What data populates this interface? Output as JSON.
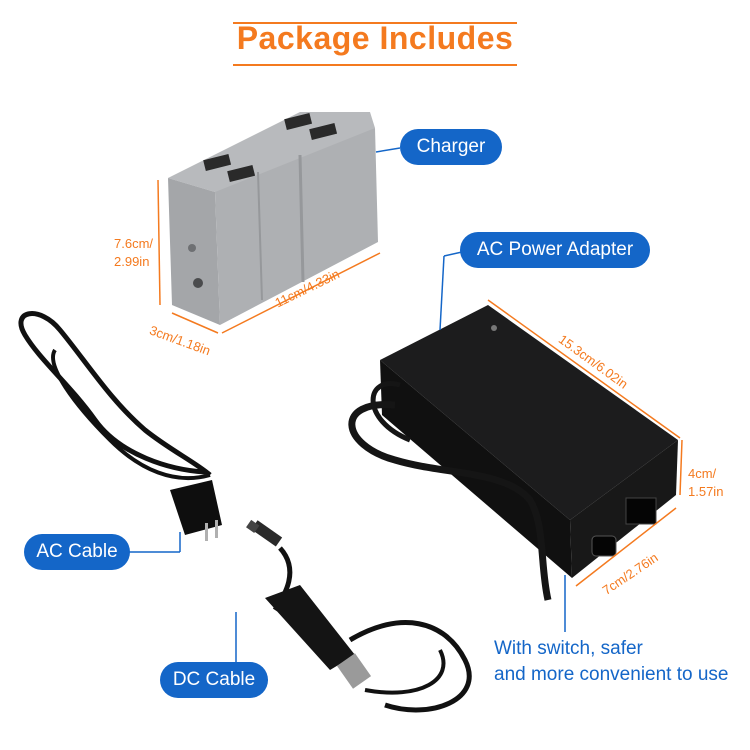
{
  "title": "Package Includes",
  "labels": {
    "charger": "Charger",
    "ac_power_adapter": "AC Power Adapter",
    "ac_cable": "AC Cable",
    "dc_cable": "DC Cable"
  },
  "charger_dims": {
    "height_cm": "7.6cm/",
    "height_in": "2.99in",
    "depth": "3cm/1.18in",
    "width": "11cm/4.33in"
  },
  "adapter_dims": {
    "length": "15.3cm/6.02in",
    "height_cm": "4cm/",
    "height_in": "1.57in",
    "width": "7cm/2.76in"
  },
  "switch_note": {
    "line1": "With switch, safer",
    "line2": "and more convenient to use"
  },
  "colors": {
    "accent": "#f47a1f",
    "label": "#1466c8"
  }
}
